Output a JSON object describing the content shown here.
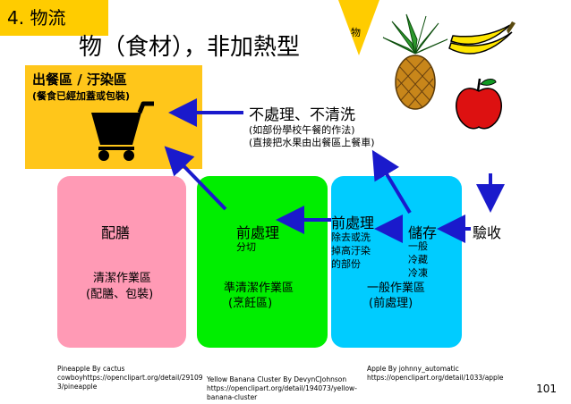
{
  "header": {
    "section_tag": "4. 物流",
    "title": "物（食材），非加熱型",
    "triangle_label": "物"
  },
  "dirty_zone": {
    "title": "出餐區 / 汙染區",
    "subtitle": "(餐食已經加蓋或包裝)"
  },
  "note": {
    "main": "不處理、不清洗",
    "line1": "(如部份學校午餐的作法)",
    "line2": "(直接把水果由出餐區上餐車)"
  },
  "zones": {
    "clean": {
      "label": "配膳",
      "area": "清潔作業區",
      "area_sub": "(配膳、包裝)"
    },
    "semi_clean": {
      "label": "前處理",
      "detail": "分切",
      "area": "準清潔作業區",
      "area_sub": "(烹飪區)"
    },
    "general": {
      "label": "前處理",
      "detail": [
        "除去或洗",
        "掉高汙染",
        "的部份"
      ],
      "storage_label": "儲存",
      "storage_items": [
        "一般",
        "冷藏",
        "冷凍"
      ],
      "area": "一般作業區",
      "area_sub": "(前處理)"
    }
  },
  "receiving_label": "驗收",
  "credits": {
    "pineapple": [
      "Pineapple By  cactus",
      "cowboyhttps://openclipart.org/detail/29109",
      "3/pineapple"
    ],
    "banana": [
      "Yellow Banana Cluster By DevynCJohnson",
      "https://openclipart.org/detail/194073/yellow-",
      "banana-cluster"
    ],
    "apple": [
      "Apple By     johnny_automatic",
      "https://openclipart.org/detail/1033/apple"
    ]
  },
  "page_number": "101",
  "colors": {
    "tag": "#ffcc00",
    "dirty_zone": "#ffc61a",
    "clean": "#ff9ab5",
    "semi_clean": "#00ee00",
    "general": "#00ccff",
    "arrow": "#1a1acc"
  }
}
